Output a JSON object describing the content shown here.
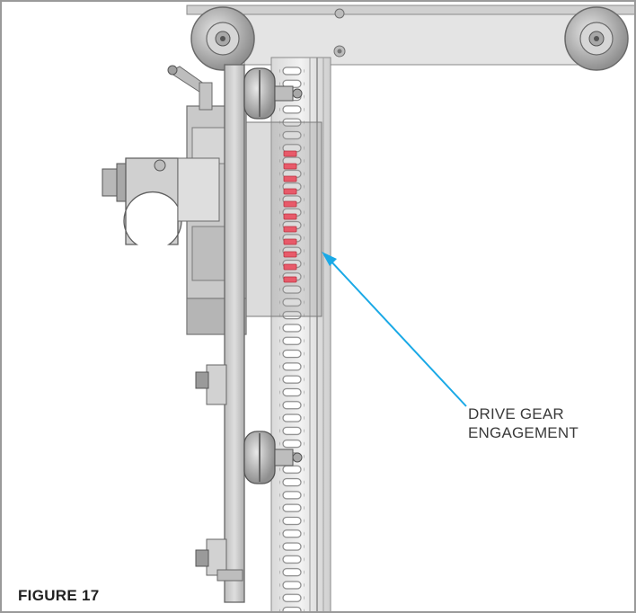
{
  "figure": {
    "label": "FIGURE 17"
  },
  "callout": {
    "line1": "DRIVE GEAR",
    "line2": "ENGAGEMENT"
  },
  "colors": {
    "leader_line": "#1aa9e6",
    "highlight_teeth": "#e85a6a",
    "metal_light": "#e6e6e6",
    "metal_mid": "#c8c8c8",
    "metal_dark": "#8a8a8a"
  }
}
